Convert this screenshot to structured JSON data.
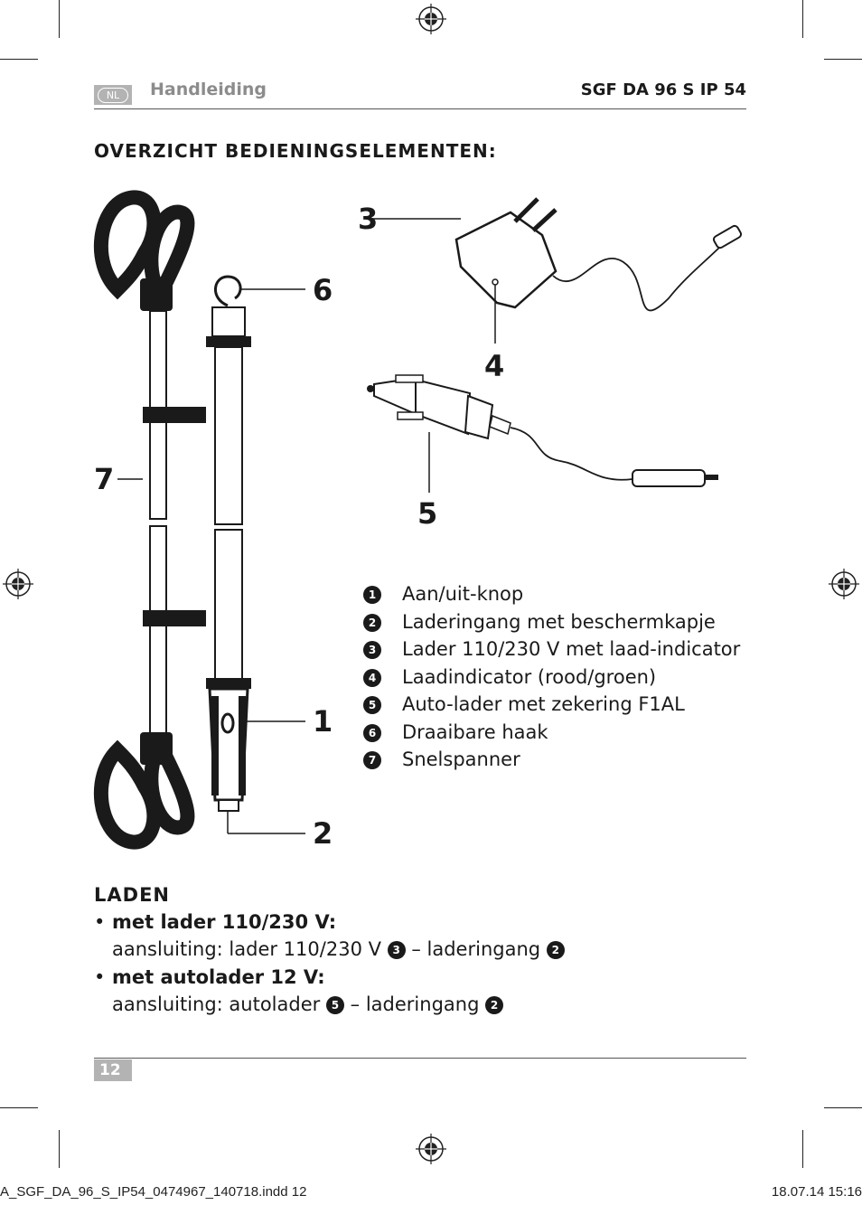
{
  "header": {
    "lang_badge": "NL",
    "title": "Handleiding",
    "model": "SGF DA 96 S IP 54"
  },
  "section_title": "OVERZICHT BEDIENINGSELEMENTEN:",
  "callouts": {
    "c1": "1",
    "c2": "2",
    "c3": "3",
    "c4": "4",
    "c5": "5",
    "c6": "6",
    "c7": "7"
  },
  "legend": [
    {
      "num": "1",
      "text": "Aan/uit-knop"
    },
    {
      "num": "2",
      "text": "Laderingang met beschermkapje"
    },
    {
      "num": "3",
      "text": "Lader 110/230 V met laad-indicator"
    },
    {
      "num": "4",
      "text": "Laadindicator (rood/groen)"
    },
    {
      "num": "5",
      "text": "Auto-lader met zekering F1AL"
    },
    {
      "num": "6",
      "text": "Draaibare haak"
    },
    {
      "num": "7",
      "text": "Snelspanner"
    }
  ],
  "laden": {
    "title": "LADEN",
    "items": [
      {
        "bullet": "•",
        "label": "met lader 110/230 V:",
        "desc_a": "aansluiting: lader 110/230 V",
        "ref_a": "3",
        "sep": "– laderingang",
        "ref_b": "2"
      },
      {
        "bullet": "•",
        "label": "met autolader 12 V:",
        "desc_a": "aansluiting: autolader",
        "ref_a": "5",
        "sep": "– laderingang",
        "ref_b": "2"
      }
    ]
  },
  "footer": {
    "page_number": "12",
    "slug_left": "A_SGF_DA_96_S_IP54_0474967_140718.indd   12",
    "slug_right": "18.07.14   15:16"
  }
}
